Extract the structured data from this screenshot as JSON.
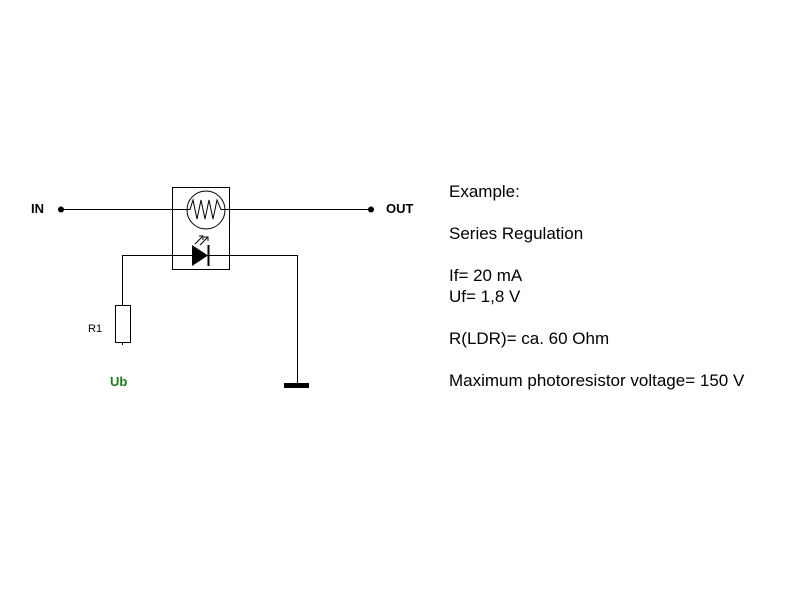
{
  "circuit": {
    "input_label": "IN",
    "output_label": "OUT",
    "resistor_label": "R1",
    "supply_label": "Ub",
    "supply_color": "#1f7a1f",
    "wire_color": "#000000"
  },
  "notes": {
    "heading": "Example:",
    "mode": "Series Regulation",
    "if_value": "If= 20 mA",
    "uf_value": "Uf= 1,8 V",
    "ldr_resistance": "R(LDR)= ca. 60 Ohm",
    "max_voltage": "Maximum photoresistor voltage= 150 V"
  }
}
